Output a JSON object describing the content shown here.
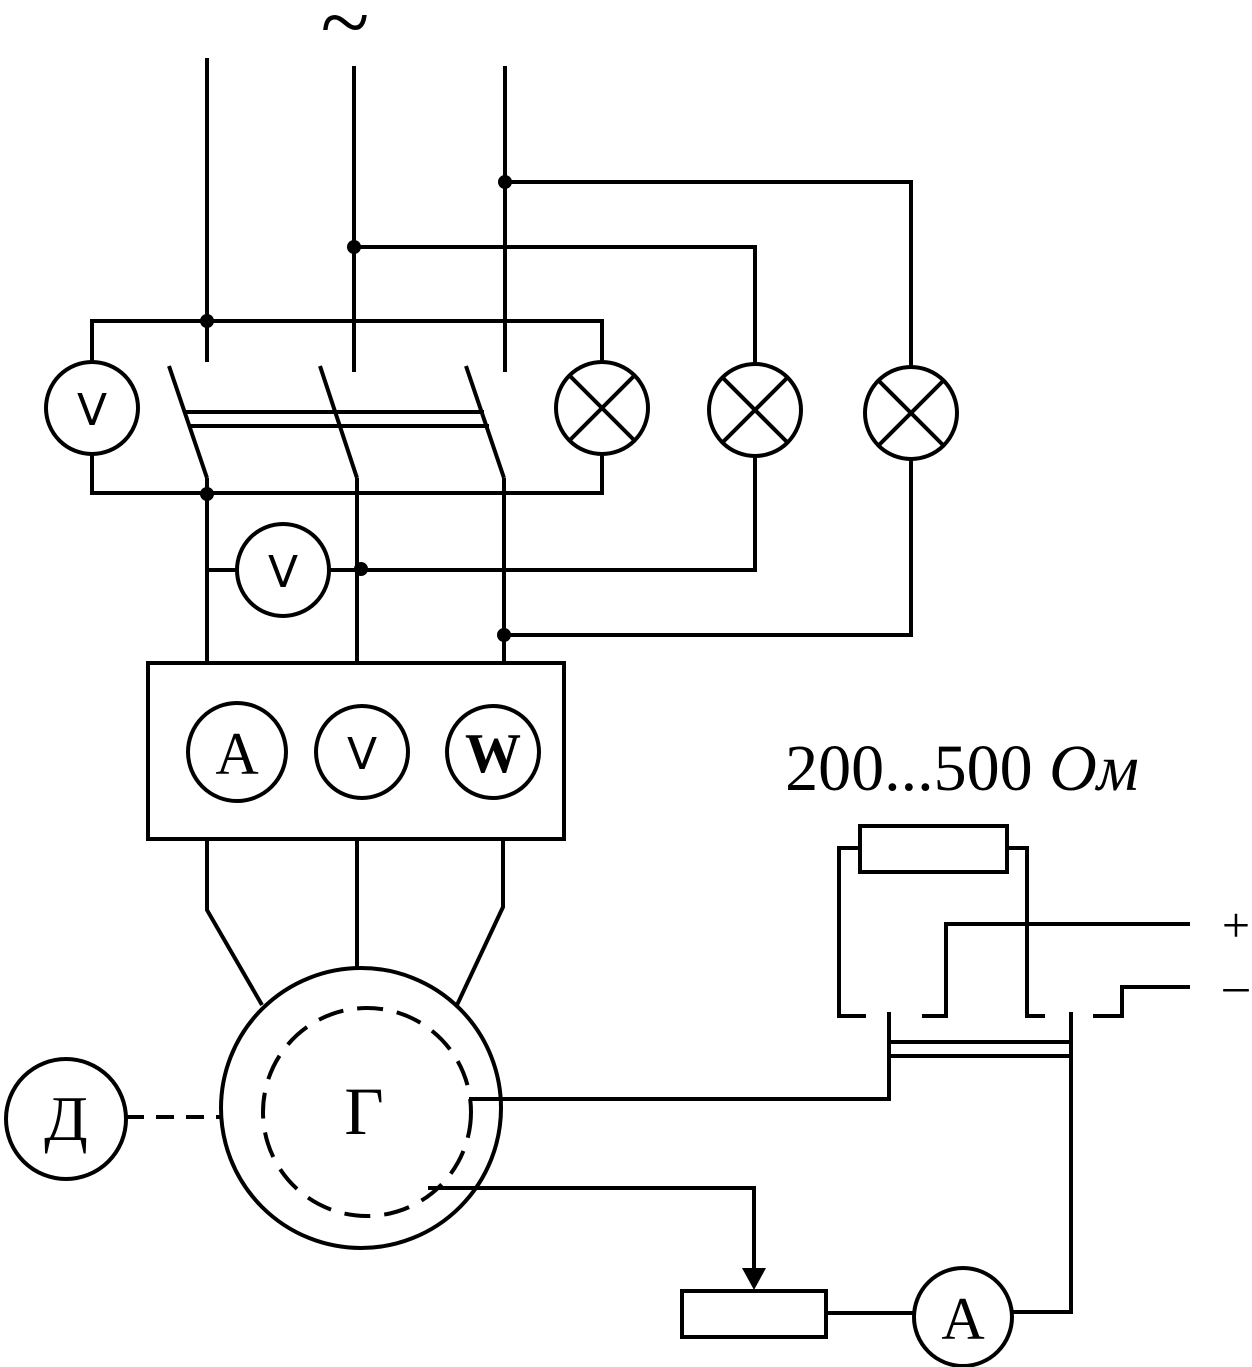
{
  "labels": {
    "ac_source": "~",
    "voltmeter": "V",
    "ammeter": "A",
    "wattmeter": "W",
    "motor": "Д",
    "generator": "Г",
    "resistance_value": "200...500",
    "resistance_unit": "Ом",
    "dc_plus": "+",
    "dc_minus": "–"
  }
}
